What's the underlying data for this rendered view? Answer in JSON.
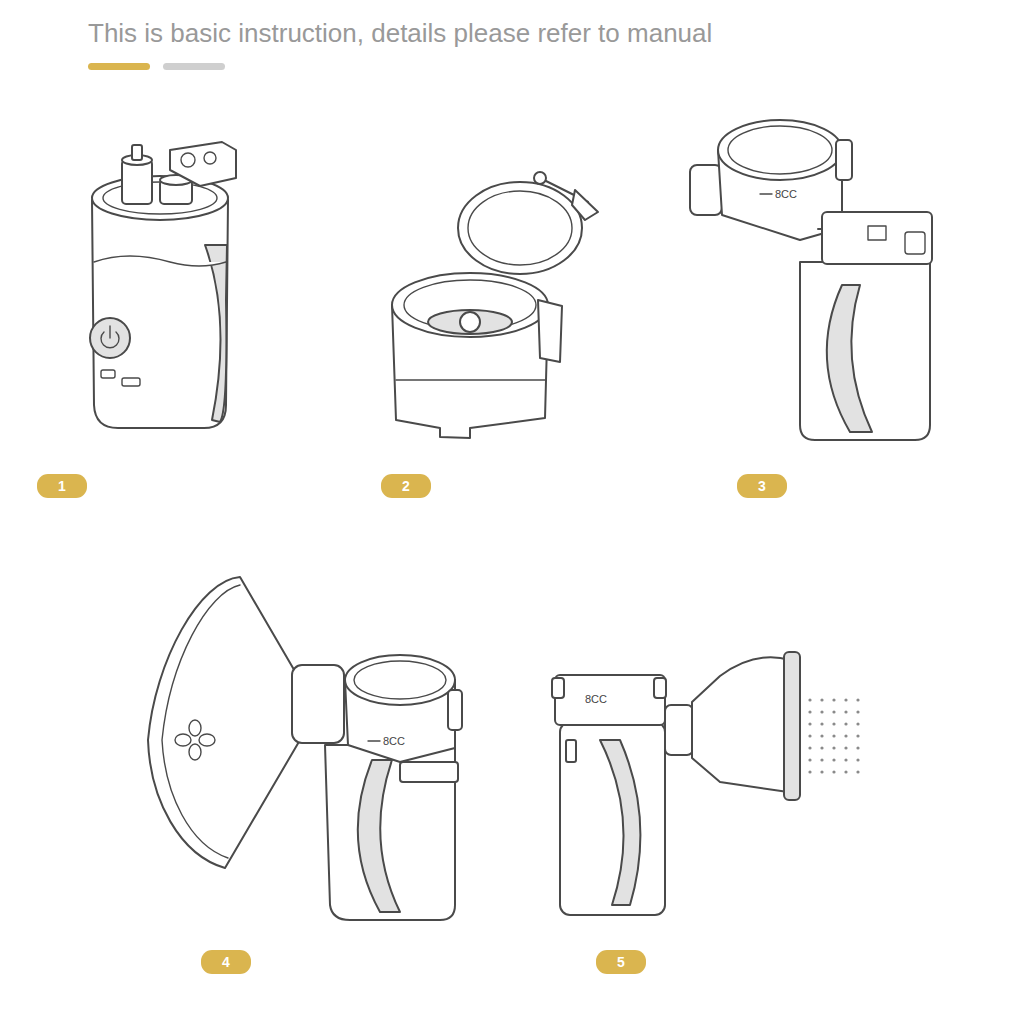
{
  "diagram": {
    "title": "This is basic instruction, details please refer to manual",
    "nodes": [
      {
        "text": [
          "1"
        ]
      },
      {
        "text": [
          "2"
        ]
      },
      {
        "text": [
          "3"
        ]
      },
      {
        "text": [
          "4"
        ]
      },
      {
        "text": [
          "5"
        ]
      }
    ],
    "labels": [
      "8CC",
      "8CC",
      "8CC"
    ]
  }
}
